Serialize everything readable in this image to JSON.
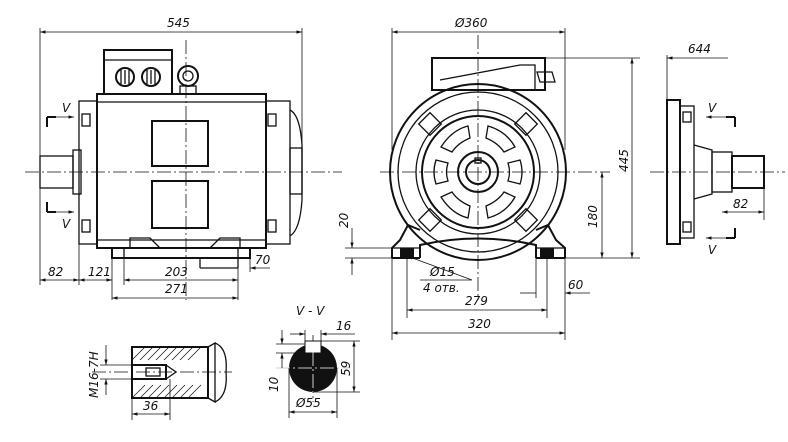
{
  "views": {
    "front": {
      "overall_length": "545",
      "shaft_ext": "82",
      "foot_offset": "121",
      "foot_span": "203",
      "foot_end": "70",
      "foot_total": "271",
      "section_mark": "V"
    },
    "end": {
      "diameter": "Ø360",
      "height": "445",
      "axis_height": "180",
      "foot_thk": "20",
      "hole_dia": "Ø15",
      "hole_count": "4 отв.",
      "hole_span": "279",
      "base_width": "320",
      "foot_width": "60"
    },
    "side": {
      "ref": "644",
      "shaft_ext": "82",
      "section_mark": "V"
    },
    "detail": {
      "thread": "M16-7H",
      "depth": "36"
    },
    "section": {
      "title": "V - V",
      "key_width": "16",
      "key_depth": "10",
      "key_height": "59",
      "shaft_dia": "Ø55"
    }
  }
}
